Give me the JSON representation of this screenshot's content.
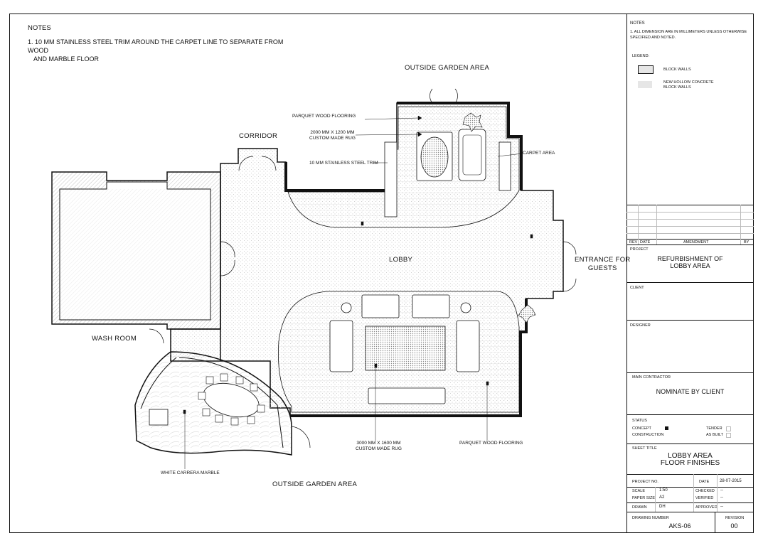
{
  "notes": {
    "title": "NOTES",
    "item1_line1": "1. 10 MM STAINLESS STEEL TRIM AROUND THE CARPET LINE TO SEPARATE FROM WOOD",
    "item1_line2": "AND MARBLE FLOOR"
  },
  "plan": {
    "outside_garden_top": "OUTSIDE GARDEN AREA",
    "outside_garden_bottom": "OUTSIDE GARDEN AREA",
    "corridor": "CORRIDOR",
    "lobby": "LOBBY",
    "entrance_line1": "ENTRANCE FOR",
    "entrance_line2": "GUESTS",
    "wash_room": "WASH ROOM",
    "parquet_top": "PARQUET WOOD FLOORING",
    "rug_small_line1": "2000 MM X 1200 MM",
    "rug_small_line2": "CUSTOM MADE RUG",
    "trim": "10 MM STAINLESS STEEL TRIM",
    "carpet_area": "CARPET AREA",
    "rug_large_line1": "3000 MM X 1600 MM",
    "rug_large_line2": "CUSTOM MADE RUG",
    "parquet_bottom": "PARQUET WOOD FLOORING",
    "marble": "WHITE CARRERA MARBLE"
  },
  "title_block": {
    "notes_title": "NOTES",
    "notes_line1": "1. ALL DIMENSION ARE IN MILLIMETERS UNLESS OTHERWISE",
    "notes_line2": "SPECIFIED AND NOTED.",
    "legend_title": "LEGEND:",
    "legend_block_walls": "BLOCK WALLS",
    "legend_hollow_line1": "NEW HOLLOW CONCRETE",
    "legend_hollow_line2": "BLOCK WALLS",
    "rev": "REV",
    "date_col": "DATE",
    "amendment": "AMENDMENT",
    "by": "BY",
    "project_label": "PROJECT",
    "project_line1": "REFURBISHMENT OF",
    "project_line2": "LOBBY AREA",
    "client_label": "CLIENT",
    "designer_label": "DESIGNER",
    "contractor_label": "MAIN CONTRACTOR",
    "contractor_value": "NOMINATE BY CLIENT",
    "status_label": "STATUS",
    "concept": "CONCEPT",
    "construction": "CONSTRUCTION",
    "tender": "TENDER",
    "as_built": "AS BUILT",
    "sheet_title_label": "SHEET TITLE",
    "sheet_title_line1": "LOBBY AREA",
    "sheet_title_line2": "FLOOR FINISHES",
    "project_no_label": "PROJECT NO.",
    "date_label": "DATE",
    "date_value": "28-07-2015",
    "scale_label": "SCALE",
    "scale_value": "1:50",
    "checked_label": "CHECKED",
    "checked_value": "--",
    "paper_label": "PAPER SIZE",
    "paper_value": "A2",
    "verified_label": "VERIFIED",
    "verified_value": "--",
    "drawn_label": "DRAWN",
    "drawn_value": "DH",
    "approved_label": "APPROVED",
    "approved_value": "--",
    "drawing_number_label": "DRAWING NUMBER",
    "drawing_number_value": "AKS-06",
    "revision_label": "REVISION",
    "revision_value": "00"
  },
  "colors": {
    "line": "#111111",
    "hatch": "#d8d8d8",
    "legend_fill": "#e6e6e6"
  }
}
